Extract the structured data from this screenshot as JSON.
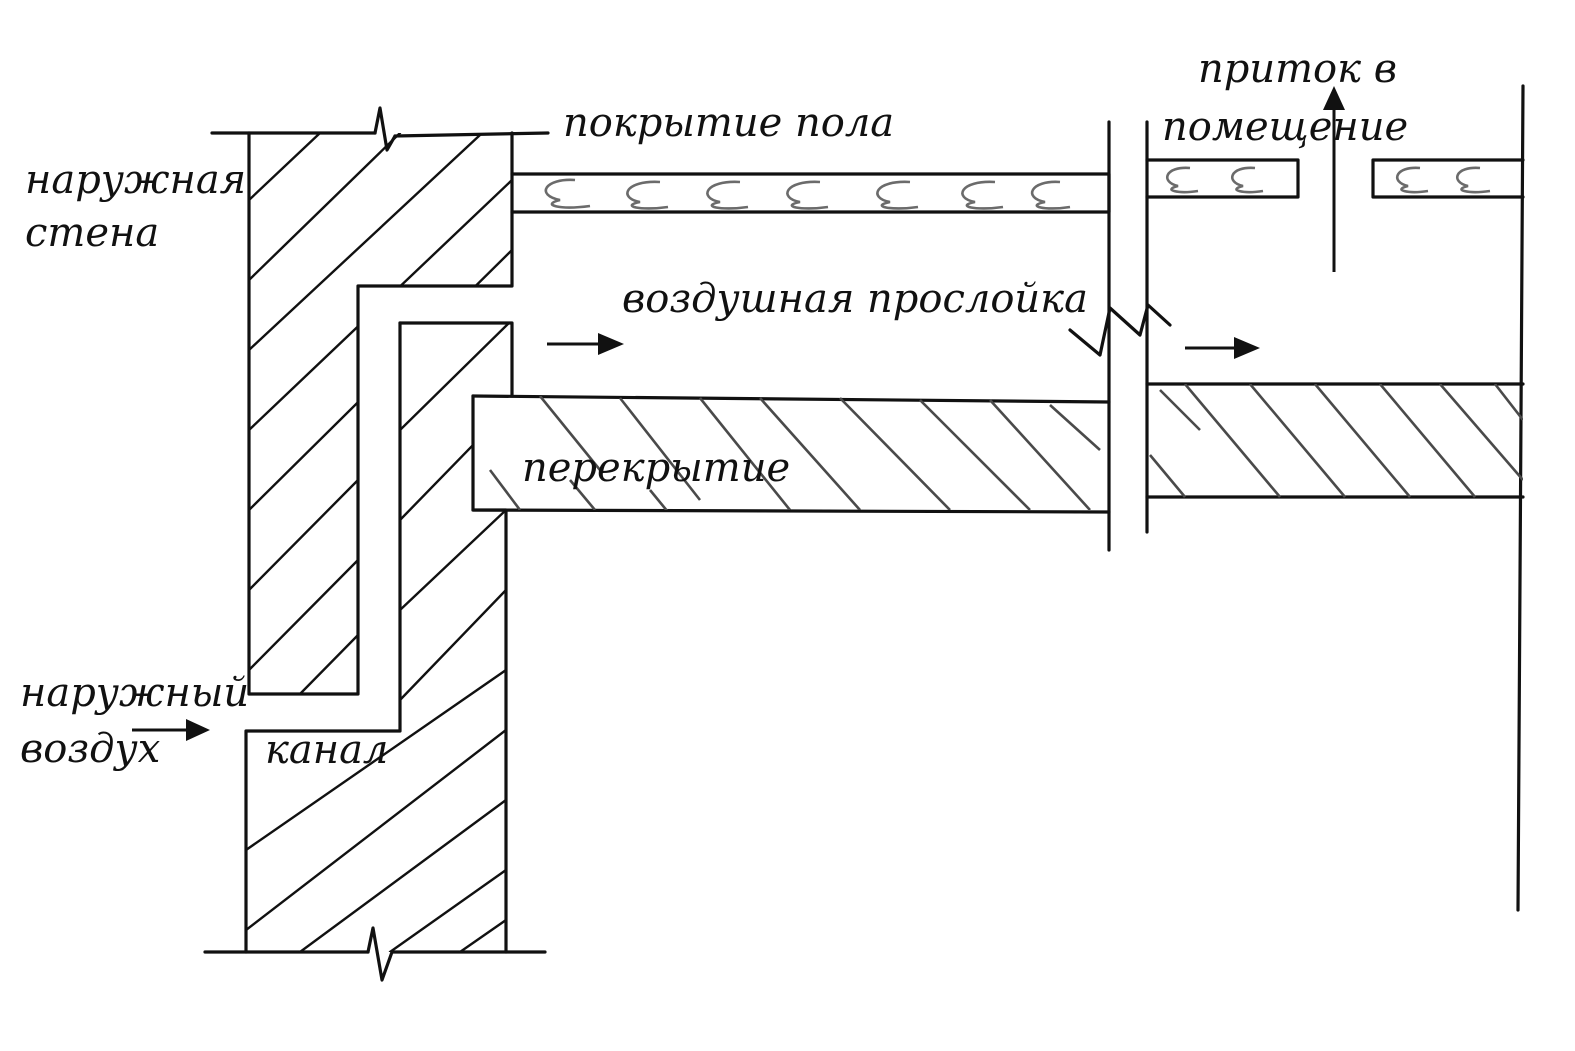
{
  "labels": {
    "outer_wall": [
      "наружная",
      "стена"
    ],
    "floor_covering": "покрытие пола",
    "supply_to_room": [
      "приток в",
      "помещение"
    ],
    "air_gap": "воздушная прослойка",
    "slab": "перекрытие",
    "outside_air": [
      "наружный",
      "воздух"
    ],
    "channel": "канал"
  },
  "colors": {
    "ink": "#111111",
    "floor_texture": "#6b6b6b",
    "background": "#ffffff"
  }
}
